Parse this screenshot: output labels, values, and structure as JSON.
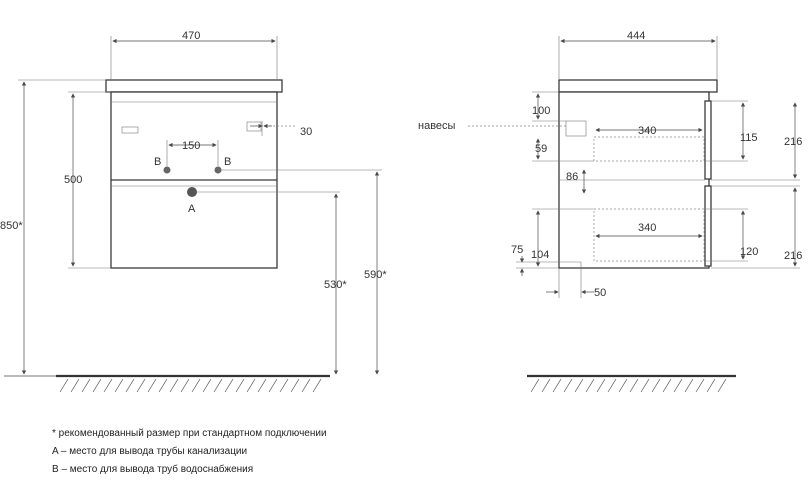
{
  "front_view": {
    "width_dim": "470",
    "height_dim": "500",
    "total_height_dim": "850*",
    "hinge_offset_dim": "30",
    "pipe_spacing_dim": "150",
    "water_label_left": "B",
    "water_label_right": "B",
    "drain_label": "A",
    "drain_height_dim": "530*",
    "water_height_dim": "590*"
  },
  "side_view": {
    "depth_dim": "444",
    "hinges_label": "навесы",
    "top_offset_dim": "100",
    "hinge_gap_dim": "59",
    "upper_drawer_depth_dim": "340",
    "upper_drawer_height_dim": "115",
    "upper_front_height_dim": "216",
    "drawer_gap_dim": "86",
    "lower_drawer_depth_dim": "340",
    "lower_drawer_height_dim": "120",
    "lower_front_height_dim": "216",
    "cutout_height_dim": "104",
    "bottom_offset_dim": "75",
    "cutout_depth_dim": "50"
  },
  "legend": {
    "note_star": "* рекомендованный размер при стандартном подключении",
    "note_a": "A – место для вывода трубы канализации",
    "note_b": "B – место для вывода труб водоснабжения"
  }
}
